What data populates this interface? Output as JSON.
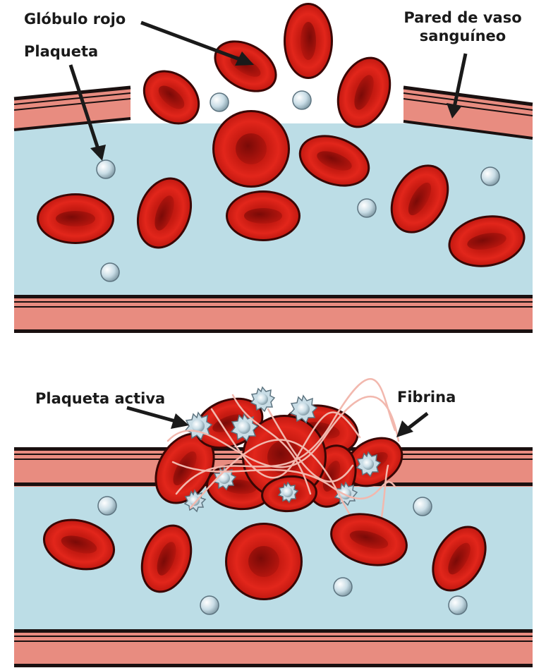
{
  "labels": {
    "red_blood_cell": "Glóbulo rojo",
    "platelet": "Plaqueta",
    "vessel_wall_line1": "Pared de vaso",
    "vessel_wall_line2": "sanguíneo",
    "active_platelet": "Plaqueta activa",
    "fibrin": "Fibrina"
  },
  "colors": {
    "plasma": "#bcdde6",
    "vessel_wall": "#e88c80",
    "vessel_wall_stripe": "#1a1010",
    "red_cell": "#d8231a",
    "red_cell_dark": "#8e0f0a",
    "platelet": "#c9dde6",
    "fibrin": "#f2b8ae",
    "label_text": "#1a1a1a"
  },
  "panels": [
    {
      "name": "damaged-vessel",
      "description_shown": false
    },
    {
      "name": "clot-formed",
      "description_shown": false
    }
  ]
}
